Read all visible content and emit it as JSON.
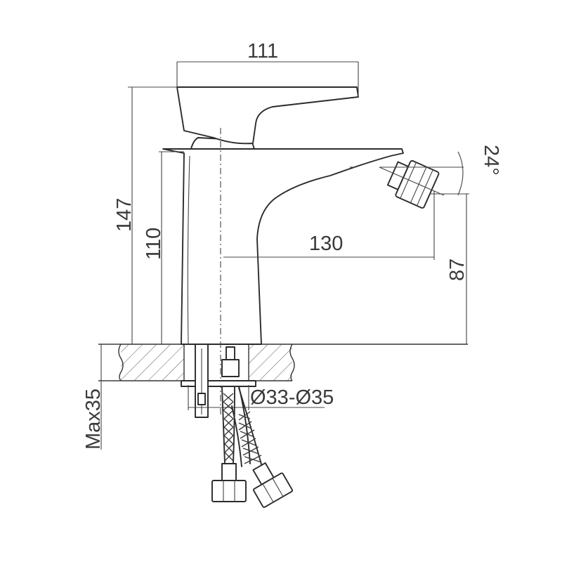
{
  "drawing": {
    "subject": "bidet faucet technical drawing",
    "dimensions": {
      "handle_length": "111",
      "total_height": "147",
      "body_height": "110",
      "spout_reach": "130",
      "spout_height": "87",
      "mount_thickness": "Max35",
      "hole_diameter": "Ø33-Ø35",
      "spout_angle": "24°"
    },
    "colors": {
      "line": "#333333",
      "background": "#ffffff"
    }
  }
}
